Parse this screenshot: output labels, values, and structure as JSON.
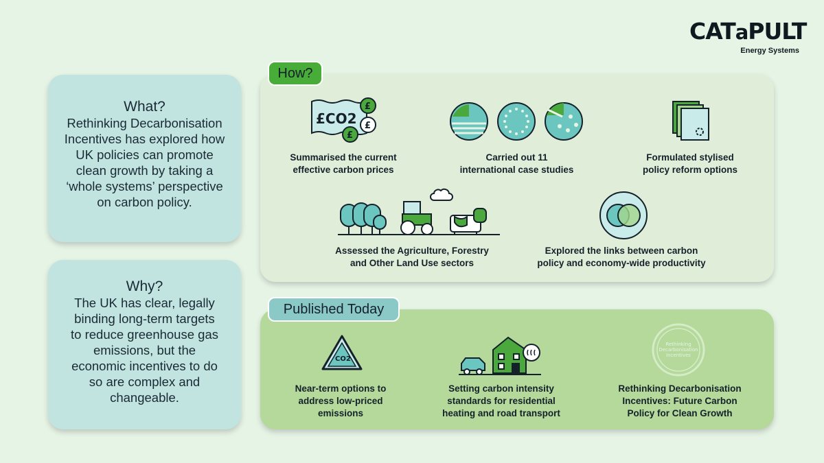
{
  "logo": {
    "word_caps": "CAT",
    "word_small": "a",
    "word_end": "PULT",
    "subtitle": "Energy Systems"
  },
  "what": {
    "heading": "What?",
    "body": [
      "Rethinking Decarbonisation",
      "Incentives has explored how",
      "UK policies can promote",
      "clean growth by taking a",
      "‘whole systems’ perspective",
      "on carbon policy."
    ]
  },
  "why": {
    "heading": "Why?",
    "body": [
      "The UK has clear, legally",
      "binding long-term targets",
      "to reduce greenhouse gas",
      "emissions, but the",
      "economic incentives to do",
      "so are complex and",
      "changeable."
    ]
  },
  "how": {
    "label": "How?",
    "items": [
      {
        "lines": [
          "Summarised the current",
          "effective carbon prices"
        ],
        "icon": "carbon-price-icon",
        "icon_text": "£CO2",
        "coin": "£"
      },
      {
        "lines": [
          "Carried out 11",
          "international case studies"
        ],
        "icon": "flags-icon"
      },
      {
        "lines": [
          "Formulated stylised",
          "policy reform options"
        ],
        "icon": "documents-icon"
      },
      {
        "lines": [
          "Assessed the Agriculture, Forestry",
          "and Other Land Use sectors"
        ],
        "icon": "land-use-icon"
      },
      {
        "lines": [
          "Explored the links between carbon",
          "policy and economy-wide productivity"
        ],
        "icon": "venn-icon"
      }
    ]
  },
  "published": {
    "label": "Published Today",
    "items": [
      {
        "lines": [
          "Near-term options to",
          "address low-priced",
          "emissions"
        ],
        "icon": "co2-triangle-icon",
        "icon_text": "CO2"
      },
      {
        "lines": [
          "Setting carbon intensity",
          "standards for residential",
          "heating and road transport"
        ],
        "icon": "house-car-icon"
      },
      {
        "lines": [
          "Rethinking Decarbonisation",
          "Incentives: Future Carbon",
          "Policy for Clean Growth"
        ],
        "icon": "report-seal-icon",
        "seal_text": [
          "Rethinking",
          "Decarbonisation",
          "Incentives"
        ]
      }
    ]
  },
  "colors": {
    "background": "#e6f4e6",
    "side_box": "#c2e4e0",
    "how_panel": "#e0eed9",
    "published_panel": "#b4d99a",
    "how_tag": "#48ac38",
    "published_tag": "#8ac9c6",
    "icon_teal": "#6cc6c0",
    "icon_green": "#4aa83c"
  }
}
